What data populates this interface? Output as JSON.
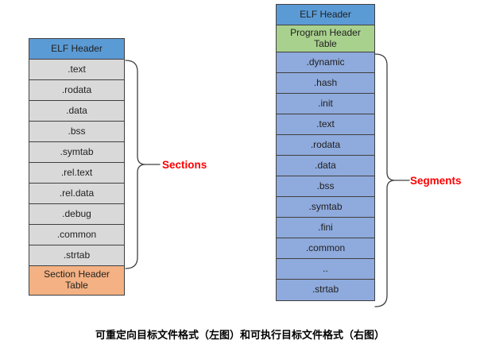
{
  "left_diagram": {
    "header": "ELF Header",
    "sections": [
      ".text",
      ".rodata",
      ".data",
      ".bss",
      ".symtab",
      ".rel.text",
      ".rel.data",
      ".debug",
      ".common",
      ".strtab"
    ],
    "footer": "Section Header Table",
    "bracket_label": "Sections"
  },
  "right_diagram": {
    "header": "ELF Header",
    "program_header": "Program Header Table",
    "segments": [
      ".dynamic",
      ".hash",
      ".init",
      ".text",
      ".rodata",
      ".data",
      ".bss",
      ".symtab",
      ".fini",
      ".common",
      "..",
      ".strtab"
    ],
    "bracket_label": "Segments"
  },
  "caption": "可重定向目标文件格式（左图）和可执行目标文件格式（右图）",
  "colors": {
    "header_blue": "#5b9bd5",
    "segment_blue": "#8faadc",
    "program_header_green": "#a9d18e",
    "section_gray": "#d9d9d9",
    "section_header_orange": "#f4b183",
    "bracket_label_red": "#ff0000",
    "border_dark": "#404040",
    "text_dark": "#1f1f1f"
  }
}
